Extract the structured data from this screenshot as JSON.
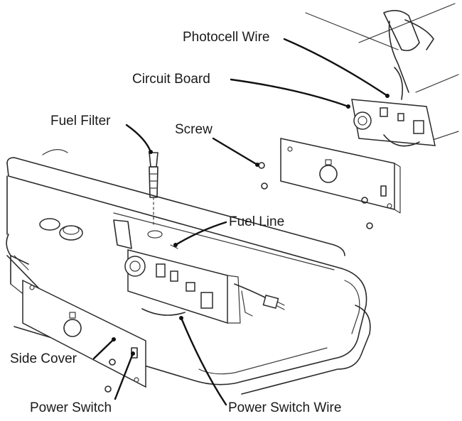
{
  "labels": {
    "photocell_wire": "Photocell Wire",
    "circuit_board": "Circuit Board",
    "fuel_filter": "Fuel Filter",
    "screw": "Screw",
    "fuel_line": "Fuel Line",
    "side_cover": "Side Cover",
    "power_switch": "Power Switch",
    "power_switch_wire": "Power Switch Wire"
  }
}
